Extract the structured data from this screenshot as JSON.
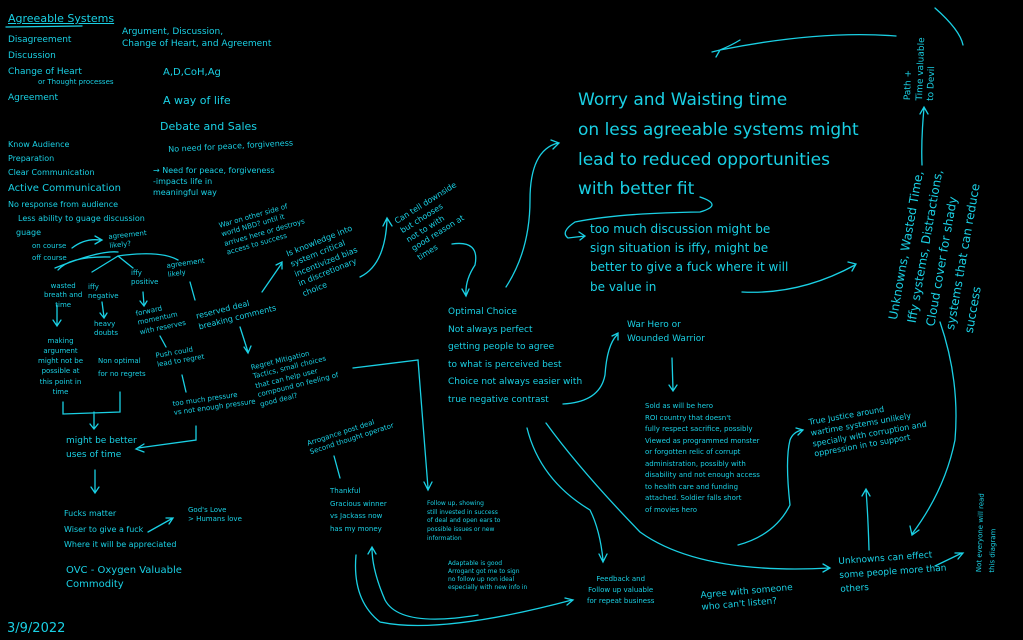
{
  "title": "Agreeable Systems",
  "stages": [
    "Disagreement",
    "Discussion",
    "Change of Heart",
    "or Thought processes",
    "Agreement"
  ],
  "skills": [
    "Know Audience",
    "Preparation",
    "Clear Communication",
    "Active Communication",
    "No response from audience",
    "Less ability to guage discussion",
    "guage",
    "on course",
    "off course"
  ],
  "agreement_likely_q": [
    "agreement",
    "likely?"
  ],
  "argument_header": [
    "Argument, Discussion,",
    "Change of Heart, and Agreement"
  ],
  "acronym": "A,D,CoH,Ag",
  "way_of_life": "A way of life",
  "debate": "Debate and Sales",
  "no_need": "No need for peace, forgiveness",
  "need": [
    "→ Need for peace, forgiveness",
    "-impacts life in",
    "meaningful way"
  ],
  "war_other_side": [
    "War on other side of",
    "world NBD? until it",
    "arrives here or destroys",
    "access to success"
  ],
  "branch_wasted": [
    "wasted",
    "breath and",
    "time"
  ],
  "branch_iffy_neg": [
    "iffy",
    "negative"
  ],
  "branch_iffy_pos": [
    "iffy",
    "positive"
  ],
  "branch_agree": [
    "agreement",
    "likely"
  ],
  "making_argument": [
    "making",
    "argument",
    "might not be",
    "possible at",
    "this point in",
    "time"
  ],
  "heavy_doubts": [
    "heavy",
    "doubts"
  ],
  "non_optimal": [
    "Non optimal",
    "for no regrets"
  ],
  "forward": [
    "forward",
    "momentum",
    "with reserves"
  ],
  "push": [
    "Push could",
    "lead to regret"
  ],
  "pressure": [
    "too much pressure",
    "vs not enough pressure"
  ],
  "reserved": [
    "reserved deal",
    "breaking comments"
  ],
  "knowledge": [
    "Is knowledge into",
    "system critical",
    "incentivized bias",
    "in discretionary",
    "choice"
  ],
  "can_tell": [
    "Can tell downside",
    "but chooses",
    "not to with",
    "good reason at",
    "times"
  ],
  "regret": [
    "Regret Mitigation",
    "Tactics, small choices",
    "that can help user",
    "compound on feeling of",
    "good deal?"
  ],
  "arrogance": [
    "Arrogance post deal",
    "Second thought operator"
  ],
  "thankful": [
    "Thankful",
    "Gracious winner",
    "vs Jackass now",
    "has my money"
  ],
  "follow_up": [
    "Follow up, showing",
    "still invested in success",
    "of deal and open ears to",
    "possible issues or new",
    "information"
  ],
  "adaptable": [
    "Adaptable is good",
    "Arrogant got me to sign",
    "no follow up non ideal",
    "especially with new info in"
  ],
  "optimal": [
    "Optimal Choice",
    "Not always perfect",
    "getting people to agree",
    "to what is perceived best",
    "Choice not always easier with",
    "true negative contrast"
  ],
  "worry": [
    "Worry and Waisting time",
    "on less agreeable systems might",
    "lead to reduced opportunities",
    "with better fit"
  ],
  "too_much": [
    "too much discussion might be",
    "sign situation is iffy, might be",
    "better to give a fuck where it will",
    "be value in"
  ],
  "war_hero": [
    "War Hero or",
    "Wounded Warrior"
  ],
  "sold": [
    "Sold as will be hero",
    "ROI country that doesn't",
    "fully respect sacrifice, possibly",
    "Viewed as programmed monster",
    "or forgotten relic of corrupt",
    "administration, possibly with",
    "disability and not enough access",
    "to health care and funding",
    "attached. Soldier falls short",
    "of movies hero"
  ],
  "justice": [
    "True Justice around",
    "wartime systems unlikely",
    "specially with corruption and",
    "oppression in to support"
  ],
  "unknowns_effect": [
    "Unknowns can effect",
    "some people more than",
    "others"
  ],
  "not_everyone": [
    "Not everyone will read",
    "this diagram"
  ],
  "unknowns_wasted": [
    "Unknowns, Wasted Time,",
    "Iffy systems, Distractions,",
    "Cloud cover for shady",
    "systems that can reduce",
    "success"
  ],
  "path_time": [
    "Path +",
    "Time valuable",
    "to Devil"
  ],
  "feedback": [
    "Feedback and",
    "Follow up valuable",
    "for repeat business"
  ],
  "agree_someone": [
    "Agree with someone",
    "who can't listen?"
  ],
  "better_uses": [
    "might be better",
    "uses of time"
  ],
  "fucks": [
    "Fucks matter",
    "Wiser to give a fuck",
    "Where it will be appreciated"
  ],
  "ovc": [
    "OVC - Oxygen Valuable",
    "Commodity"
  ],
  "gods_love": [
    "God's Love",
    "> Humans love"
  ],
  "date": "3/9/2022",
  "colors": {
    "background": "#000000",
    "ink": "#1ad0e4"
  }
}
